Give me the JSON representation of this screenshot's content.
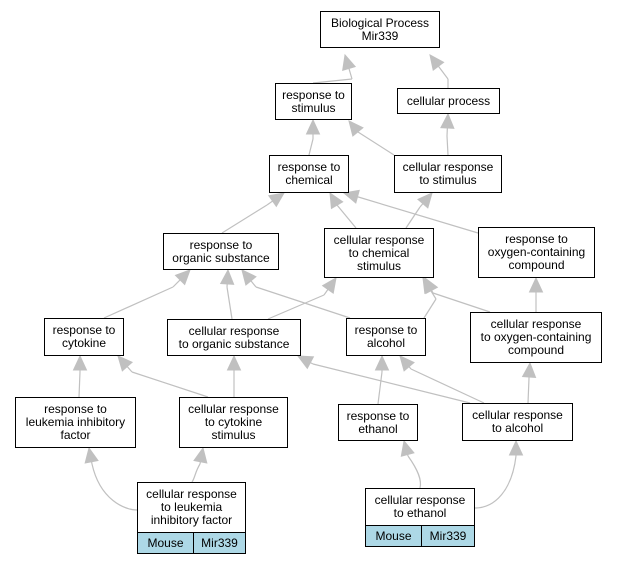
{
  "graph": {
    "edge_color": "#c0c0c0",
    "tag_color": "#add8e6",
    "nodes": {
      "bp_mir339": "Biological Process\nMir339",
      "resp_stimulus": "response to\nstimulus",
      "cell_process": "cellular process",
      "resp_chemical": "response to\nchemical",
      "cell_resp_stimulus": "cellular response\nto stimulus",
      "resp_org_subst": "response to\norganic substance",
      "cell_resp_chem_stim": "cellular response\nto chemical\nstimulus",
      "resp_oxy": "response to\noxygen-containing\ncompound",
      "resp_cytokine": "response to\ncytokine",
      "cell_resp_org_subst": "cellular response\nto organic substance",
      "resp_alcohol": "response to\nalcohol",
      "cell_resp_oxy": "cellular response\nto oxygen-containing\ncompound",
      "resp_lif": "response to\nleukemia inhibitory\nfactor",
      "cell_resp_cytokine": "cellular response\nto cytokine\nstimulus",
      "resp_ethanol": "response to\nethanol",
      "cell_resp_alcohol": "cellular response\nto alcohol",
      "cell_resp_lif": "cellular response\nto leukemia\ninhibitory factor",
      "cell_resp_ethanol": "cellular response\nto ethanol"
    },
    "tags": {
      "lif_species": "Mouse",
      "lif_gene": "Mir339",
      "ethanol_species": "Mouse",
      "ethanol_gene": "Mir339"
    }
  }
}
